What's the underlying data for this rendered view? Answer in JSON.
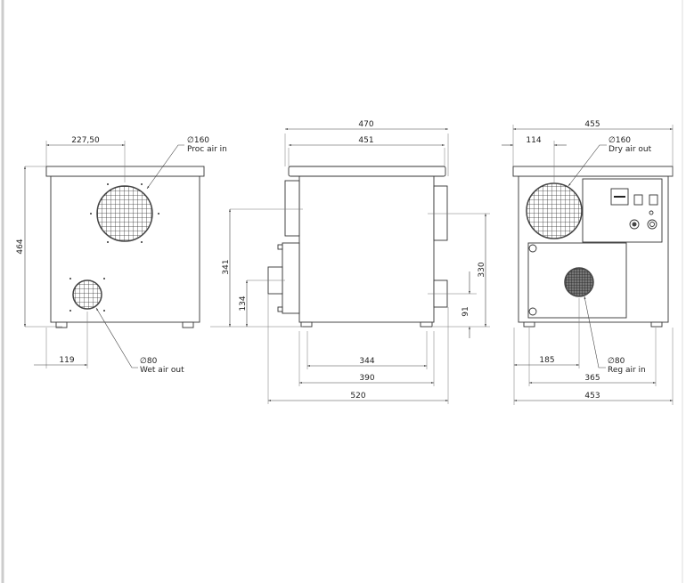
{
  "front_view": {
    "dim_width_offset": "227,50",
    "dim_height": "464",
    "dim_small_offset": "119",
    "large_port": {
      "diameter": "∅160",
      "label": "Proc air in"
    },
    "small_port": {
      "diameter": "∅80",
      "label": "Wet air out"
    }
  },
  "side_view": {
    "dim_overall_top": "470",
    "dim_lid": "451",
    "dim_left_high": "341",
    "dim_left_low": "134",
    "dim_right_high": "330",
    "dim_right_low": "91",
    "dim_feet": "344",
    "dim_body": "390",
    "dim_overall_bottom": "520"
  },
  "rear_view": {
    "dim_width_top": "455",
    "dim_large_offset": "114",
    "dim_small_offset": "185",
    "dim_feet": "365",
    "dim_width_bottom": "453",
    "large_port": {
      "diameter": "∅160",
      "label": "Dry air out"
    },
    "small_port": {
      "diameter": "∅80",
      "label": "Reg air in"
    }
  }
}
